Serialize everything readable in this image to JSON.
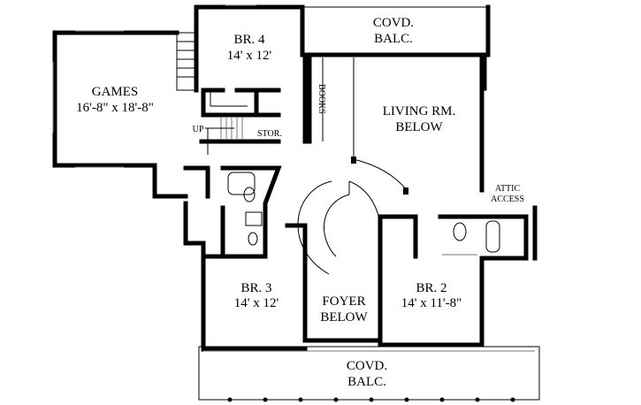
{
  "rooms": {
    "games": {
      "name": "GAMES",
      "size": "16'-8\" x 18'-8\""
    },
    "br4": {
      "name": "BR. 4",
      "size": "14' x 12'"
    },
    "covd_balc_top": {
      "line1": "COVD.",
      "line2": "BALC."
    },
    "living": {
      "line1": "LIVING RM.",
      "line2": "BELOW"
    },
    "br3": {
      "name": "BR. 3",
      "size": "14' x 12'"
    },
    "foyer": {
      "line1": "FOYER",
      "line2": "BELOW"
    },
    "br2": {
      "name": "BR. 2",
      "size": "14' x 11'-8\""
    },
    "covd_balc_bottom": {
      "line1": "COVD.",
      "line2": "BALC."
    }
  },
  "labels": {
    "books": "BOOKS",
    "up": "UP",
    "stor": "STOR.",
    "attic_line1": "ATTIC",
    "attic_line2": "ACCESS"
  }
}
